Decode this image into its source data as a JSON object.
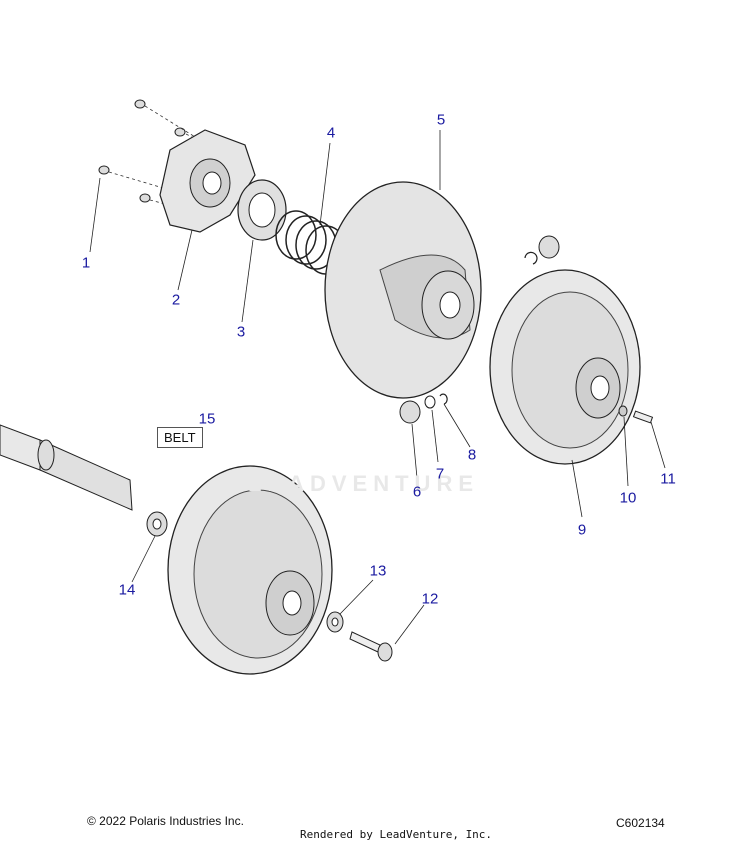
{
  "callouts": [
    {
      "id": "1",
      "label": "1"
    },
    {
      "id": "2",
      "label": "2"
    },
    {
      "id": "3",
      "label": "3"
    },
    {
      "id": "4",
      "label": "4"
    },
    {
      "id": "5",
      "label": "5"
    },
    {
      "id": "6",
      "label": "6"
    },
    {
      "id": "7",
      "label": "7"
    },
    {
      "id": "8",
      "label": "8"
    },
    {
      "id": "9",
      "label": "9"
    },
    {
      "id": "10",
      "label": "10"
    },
    {
      "id": "11",
      "label": "11"
    },
    {
      "id": "12",
      "label": "12"
    },
    {
      "id": "13",
      "label": "13"
    },
    {
      "id": "14",
      "label": "14"
    },
    {
      "id": "15",
      "label": "15"
    }
  ],
  "belt_label": "BELT",
  "watermark": "LEADVENTURE",
  "footer": {
    "copyright": "© 2022 Polaris Industries Inc.",
    "rendered_by": "Rendered by LeadVenture, Inc.",
    "diagram_code": "C602134"
  },
  "colors": {
    "callout": "#1a1aa0",
    "line": "#222222",
    "part_fill": "#e6e6e6",
    "part_shade": "#c8c8c8"
  }
}
